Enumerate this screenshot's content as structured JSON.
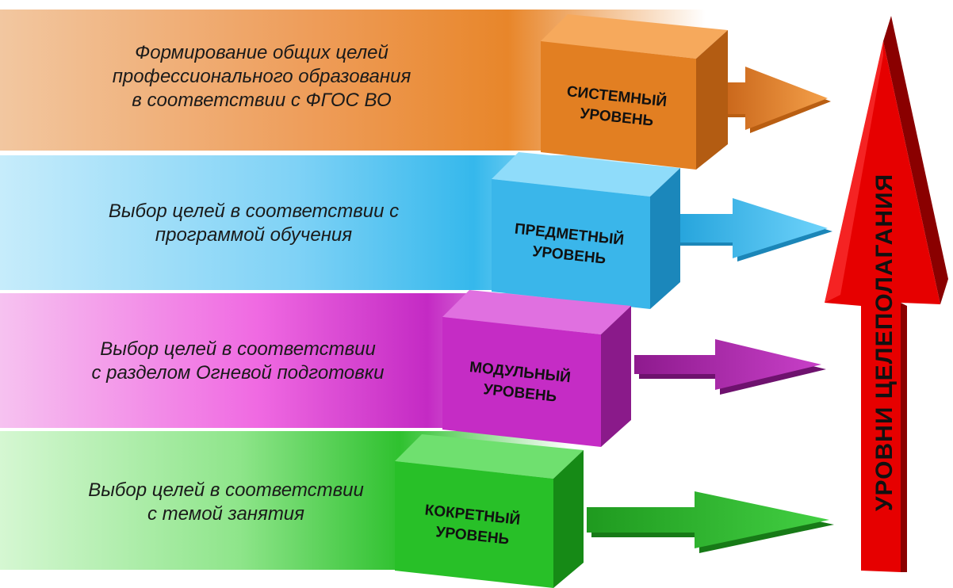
{
  "levels": [
    {
      "description": [
        "Формирование общих целей",
        "профессионального образования",
        "в соответствии с ФГОС ВО"
      ],
      "label": [
        "СИСТЕМНЫЙ",
        "УРОВЕНЬ"
      ],
      "color": "#e8862a"
    },
    {
      "description": [
        "Выбор целей в соответствии с",
        "программой обучения"
      ],
      "label": [
        "ПРЕДМЕТНЫЙ",
        "УРОВЕНЬ"
      ],
      "color": "#35b8ec"
    },
    {
      "description": [
        "Выбор целей в соответствии",
        "с разделом Огневой подготовки"
      ],
      "label": [
        "МОДУЛЬНЫЙ",
        "УРОВЕНЬ"
      ],
      "color": "#c42ac4"
    },
    {
      "description": [
        "Выбор целей в соответствии",
        "с темой занятия"
      ],
      "label": [
        "КОКРЕТНЫЙ",
        "УРОВЕНЬ"
      ],
      "color": "#2fc12f"
    }
  ],
  "vertical_arrow": {
    "label": "УРОВНИ ЦЕЛЕПОЛАГАНИЯ",
    "color": "#e60000"
  }
}
